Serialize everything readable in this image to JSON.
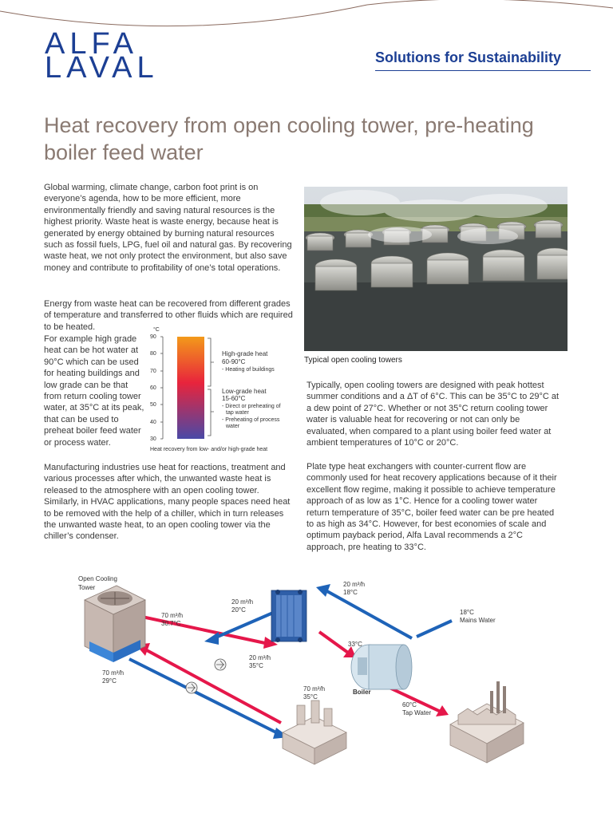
{
  "header": {
    "logo_text": "ALFA LAVAL",
    "tagline": "Solutions for Sustainability"
  },
  "title": "Heat recovery from open cooling tower, pre-heating boiler feed water",
  "paragraphs": {
    "p1": "Global warming, climate change, carbon foot print is on everyone’s agenda, how to be more efficient, more environmentally friendly and saving natural resources is the highest priority. Waste heat is waste energy, because heat is generated by energy obtained by burning natural resources such as fossil fuels, LPG, fuel oil and natural gas. By recovering waste heat, we not only protect the environment, but also save money and contribute to profitability of one’s total operations.",
    "p2": "Energy from waste heat can be recovered from different grades of temperature and transferred to other fluids which are required to be heated.",
    "p2b": "For example high grade heat can be hot water at 90°C which can be used for heating buildings and low grade can be that from return cooling tower water, at 35°C at its peak, that can be used to preheat boiler feed water or process water.",
    "p3": "Manufacturing industries use heat for reactions, treatment and various processes after which, the unwanted waste heat is released to the atmosphere with an open cooling tower. Similarly, in HVAC applications, many people spaces need heat to be removed with the help of a chiller, which in turn releases the unwanted waste heat, to an open cooling tower via the chiller’s condenser.",
    "p4": "Typically, open cooling towers are designed with peak hottest summer conditions and a ΔT of 6°C. This can be 35°C to 29°C at a dew point of 27°C. Whether or not 35°C return cooling tower water is valuable heat for recovering or not can only be evaluated, when compared to a plant using boiler feed water at ambient temperatures of 10°C or 20°C.",
    "p5": "Plate type heat exchangers with counter-current flow are commonly used for heat recovery applications because of it their excellent flow regime, making it possible to achieve temperature approach of as low as 1°C. Hence for a cooling tower water return temperature of 35°C, boiler feed water can be pre heated to as high as 34°C. However, for best economies of scale and optimum payback period, Alfa Laval recommends a 2°C approach, pre heating to 33°C."
  },
  "photo_caption": "Typical open cooling towers",
  "chart": {
    "unit": "°C",
    "ticks": [
      "90",
      "80",
      "70",
      "60",
      "50",
      "40",
      "30"
    ],
    "caption": "Heat recovery from low- and/or high-grade heat",
    "high_title": "High-grade heat",
    "high_range": "60-90°C",
    "high_use": "- Heating of buildings",
    "low_title": "Low-grade heat",
    "low_range": "15-60°C",
    "low_use1": "- Direct or preheating of",
    "low_use2": "tap water",
    "low_use3": "- Preheating of process",
    "low_use4": "water",
    "colors": {
      "hot": "#f39a1a",
      "mid": "#e8243c",
      "cold": "#4a49a6"
    }
  },
  "diagram": {
    "tower_label_1": "Open Cooling",
    "tower_label_2": "Tower",
    "flow_a_1": "70 m³/h",
    "flow_a_2": "30.7°C",
    "flow_b_1": "70 m³/h",
    "flow_b_2": "29°C",
    "flow_c_1": "20 m³/h",
    "flow_c_2": "20°C",
    "flow_d_1": "20 m³/h",
    "flow_d_2": "35°C",
    "flow_e_1": "20 m³/h",
    "flow_e_2": "18°C",
    "flow_f_1": "18°C",
    "flow_f_2": "Mains Water",
    "flow_g": "33°C",
    "boiler_label": "Boiler",
    "flow_h_1": "70 m³/h",
    "flow_h_2": "35°C",
    "flow_i_1": "60°C",
    "flow_i_2": "Tap Water",
    "colors": {
      "hot": "#e5174a",
      "cold": "#1e63b8"
    }
  }
}
